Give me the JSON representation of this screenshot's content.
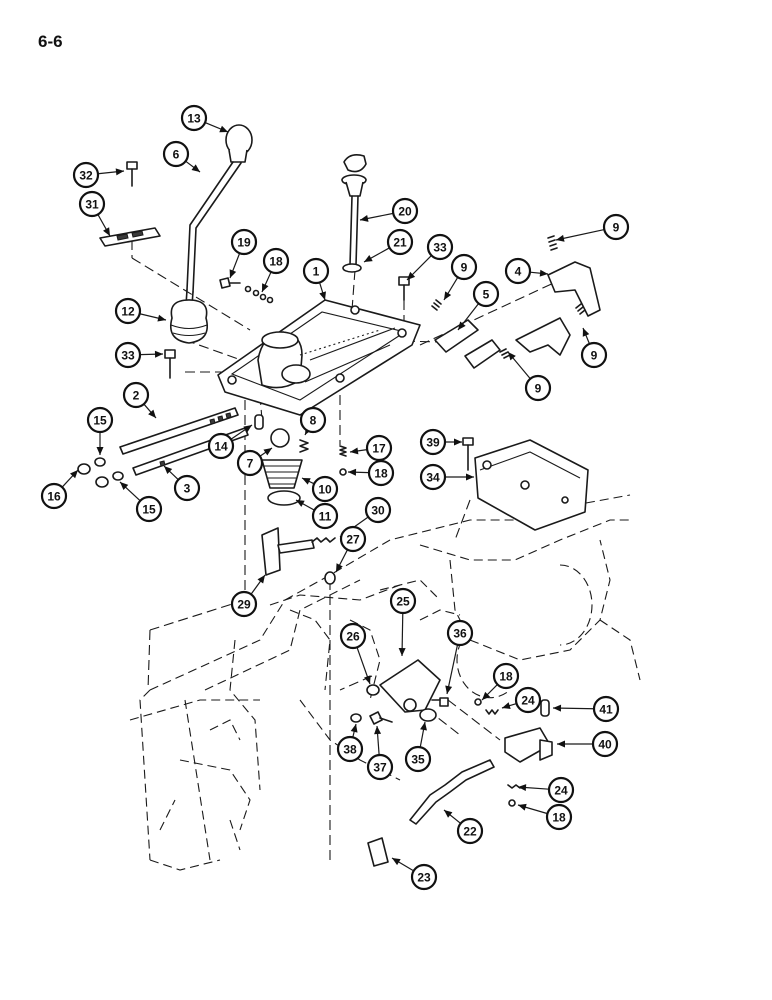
{
  "page": {
    "label": "6-6"
  },
  "callouts": [
    {
      "id": "c13",
      "number": "13"
    },
    {
      "id": "c6",
      "number": "6"
    },
    {
      "id": "c32",
      "number": "32"
    },
    {
      "id": "c31",
      "number": "31"
    },
    {
      "id": "c19",
      "number": "19"
    },
    {
      "id": "c18a",
      "number": "18"
    },
    {
      "id": "c1",
      "number": "1"
    },
    {
      "id": "c20",
      "number": "20"
    },
    {
      "id": "c21",
      "number": "21"
    },
    {
      "id": "c33a",
      "number": "33"
    },
    {
      "id": "c9a",
      "number": "9"
    },
    {
      "id": "c9b",
      "number": "9"
    },
    {
      "id": "c4",
      "number": "4"
    },
    {
      "id": "c5",
      "number": "5"
    },
    {
      "id": "c9c",
      "number": "9"
    },
    {
      "id": "c9d",
      "number": "9"
    },
    {
      "id": "c12",
      "number": "12"
    },
    {
      "id": "c33b",
      "number": "33"
    },
    {
      "id": "c2",
      "number": "2"
    },
    {
      "id": "c15a",
      "number": "15"
    },
    {
      "id": "c14",
      "number": "14"
    },
    {
      "id": "c8",
      "number": "8"
    },
    {
      "id": "c7",
      "number": "7"
    },
    {
      "id": "c17",
      "number": "17"
    },
    {
      "id": "c18b",
      "number": "18"
    },
    {
      "id": "c39",
      "number": "39"
    },
    {
      "id": "c34",
      "number": "34"
    },
    {
      "id": "c16",
      "number": "16"
    },
    {
      "id": "c15b",
      "number": "15"
    },
    {
      "id": "c3",
      "number": "3"
    },
    {
      "id": "c10",
      "number": "10"
    },
    {
      "id": "c11",
      "number": "11"
    },
    {
      "id": "c30",
      "number": "30"
    },
    {
      "id": "c27",
      "number": "27"
    },
    {
      "id": "c29",
      "number": "29"
    },
    {
      "id": "c25",
      "number": "25"
    },
    {
      "id": "c26",
      "number": "26"
    },
    {
      "id": "c36",
      "number": "36"
    },
    {
      "id": "c18c",
      "number": "18"
    },
    {
      "id": "c24a",
      "number": "24"
    },
    {
      "id": "c41",
      "number": "41"
    },
    {
      "id": "c40",
      "number": "40"
    },
    {
      "id": "c38",
      "number": "38"
    },
    {
      "id": "c37",
      "number": "37"
    },
    {
      "id": "c35",
      "number": "35"
    },
    {
      "id": "c24b",
      "number": "24"
    },
    {
      "id": "c18d",
      "number": "18"
    },
    {
      "id": "c22",
      "number": "22"
    },
    {
      "id": "c23",
      "number": "23"
    }
  ]
}
